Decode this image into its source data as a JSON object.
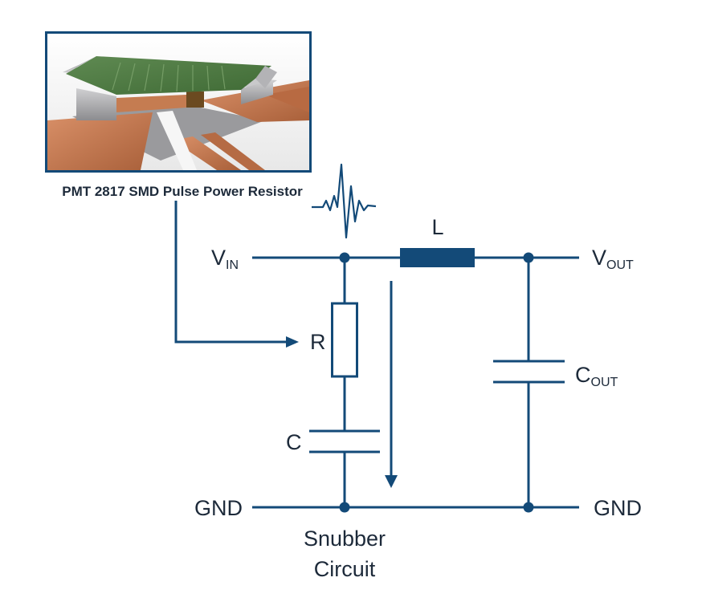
{
  "photo": {
    "caption": "PMT 2817 SMD Pulse Power Resistor"
  },
  "labels": {
    "vin_main": "V",
    "vin_sub": "IN",
    "vout_main": "V",
    "vout_sub": "OUT",
    "inductor": "L",
    "resistor": "R",
    "snubber_cap": "C",
    "cout_main": "C",
    "cout_sub": "OUT",
    "gnd_left": "GND",
    "gnd_right": "GND",
    "snubber_line1": "Snubber",
    "snubber_line2": "Circuit"
  },
  "colors": {
    "wire": "#134a78",
    "frame": "#134a78",
    "text": "#1d2a3a",
    "resistor_body": "#4f7a42",
    "copper": "#c47a4f",
    "solder": "#a9a9ab"
  }
}
